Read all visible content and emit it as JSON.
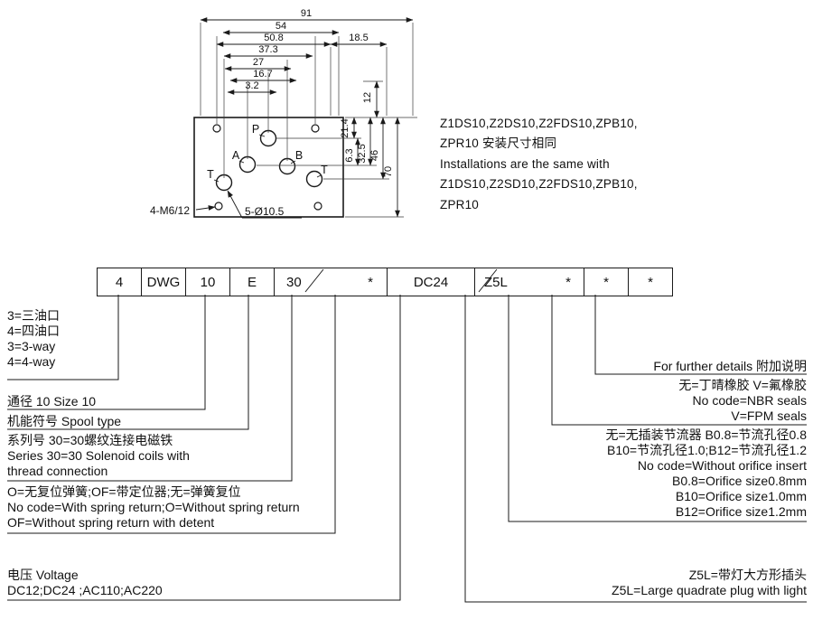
{
  "drawing": {
    "dim_91": "91",
    "dim_54": "54",
    "dim_50_8": "50.8",
    "dim_18_5": "18.5",
    "dim_37_3": "37.3",
    "dim_27": "27",
    "dim_16_7": "16.7",
    "dim_3_2": "3.2",
    "dim_12": "12",
    "dim_21_4": "21.4",
    "dim_6_3": "6.3",
    "dim_32_5": "32.5",
    "dim_46": "46",
    "dim_70": "70",
    "label_mounting_holes": "4-M6/12",
    "label_port_holes": "5-Ø10.5",
    "port_p": "P",
    "port_a": "A",
    "port_b": "B",
    "port_t1": "T",
    "port_t2": "T"
  },
  "note": {
    "line1": "Z1DS10,Z2DS10,Z2FDS10,ZPB10,",
    "line2": "ZPR10 安装尺寸相同",
    "line3": "Installations are the same with",
    "line4": "Z1DS10,Z2SD10,Z2FDS10,ZPB10,",
    "line5": "ZPR10"
  },
  "model_code": {
    "c1": "4",
    "c2": "DWG",
    "c3": "10",
    "c4": "E",
    "c5a": "30",
    "c5b": "*",
    "c6": "DC24",
    "c7a": "Z5L",
    "c7b": "*",
    "c8": "*",
    "c9": "*"
  },
  "legend_left": {
    "ways": {
      "l1": "3=三油口",
      "l2": "4=四油口",
      "l3": "3=3-way",
      "l4": "4=4-way"
    },
    "size": "通径 10 Size 10",
    "spool": "机能符号 Spool type",
    "series": {
      "l1": "系列号 30=30螺纹连接电磁铁",
      "l2": "Series 30=30 Solenoid coils with",
      "l3": "thread connection"
    },
    "spring": {
      "l1": "O=无复位弹簧;OF=带定位器;无=弹簧复位",
      "l2": "No code=With spring return;O=Without spring return",
      "l3": "OF=Without spring return with detent"
    },
    "voltage": {
      "l1": "电压 Voltage",
      "l2": "DC12;DC24 ;AC110;AC220"
    }
  },
  "legend_right": {
    "details": "For further details 附加说明",
    "seals": {
      "l1": "无=丁晴橡胶  V=氟橡胶",
      "l2": "No code=NBR seals",
      "l3": "V=FPM seals"
    },
    "orifice": {
      "l1": "无=无插装节流器 B0.8=节流孔径0.8",
      "l2": "B10=节流孔径1.0;B12=节流孔径1.2",
      "l3": "No code=Without orifice insert",
      "l4": "B0.8=Orifice size0.8mm",
      "l5": "B10=Orifice size1.0mm",
      "l6": "B12=Orifice size1.2mm"
    },
    "plug": {
      "l1": "Z5L=带灯大方形插头",
      "l2": "Z5L=Large quadrate plug with light"
    }
  }
}
